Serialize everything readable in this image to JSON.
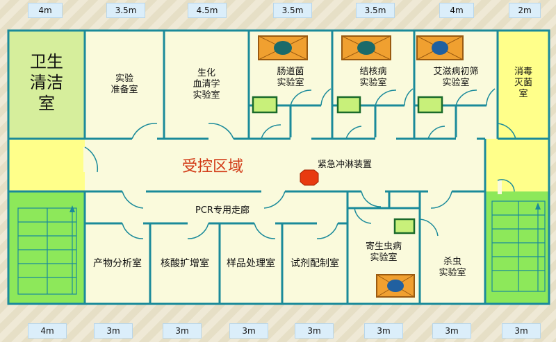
{
  "colors": {
    "floor": "#fafadc",
    "wall": "#1a8a9a",
    "clean_room": "#d6ee9c",
    "buffer_yellow": "#ffff8a",
    "green_zone": "#8de85a",
    "emergency": "#e83a10",
    "accent_red": "#d23a16",
    "hood_orange": "#f0a030",
    "hood_teal": "#1a6a6a"
  },
  "top_dimensions": [
    "4m",
    "3.5m",
    "4.5m",
    "3.5m",
    "3.5m",
    "4m",
    "2m"
  ],
  "bottom_dimensions": [
    "4m",
    "3m",
    "3m",
    "3m",
    "3m",
    "3m",
    "3m",
    "3m"
  ],
  "rooms": {
    "clean_room": "卫生\n清洁\n室",
    "prep_room": "实验\n准备室",
    "biochem_room": "生化\n血清学\n实验室",
    "enteric_room": "肠道菌\n实验室",
    "tb_room": "结核病\n实验室",
    "aids_room": "艾滋病初筛\n实验室",
    "sterilize_room": "消毒\n灭菌\n室",
    "controlled_zone": "受控区域",
    "emergency_shower": "紧急冲淋装置",
    "pcr_corridor": "PCR专用走廊",
    "product_analysis": "产物分析室",
    "amplification": "核酸扩增室",
    "sample_processing": "样品处理室",
    "reagent_prep": "试剂配制室",
    "parasite_room": "寄生虫病\n实验室",
    "insect_room": "杀虫\n实验室"
  },
  "icons": {
    "biosafety_cabinet": "biosafety-cabinet-icon",
    "pass_box": "pass-box-icon",
    "emergency_shower": "emergency-shower-icon",
    "door": "door-swing-icon",
    "staircase": "staircase-icon"
  }
}
